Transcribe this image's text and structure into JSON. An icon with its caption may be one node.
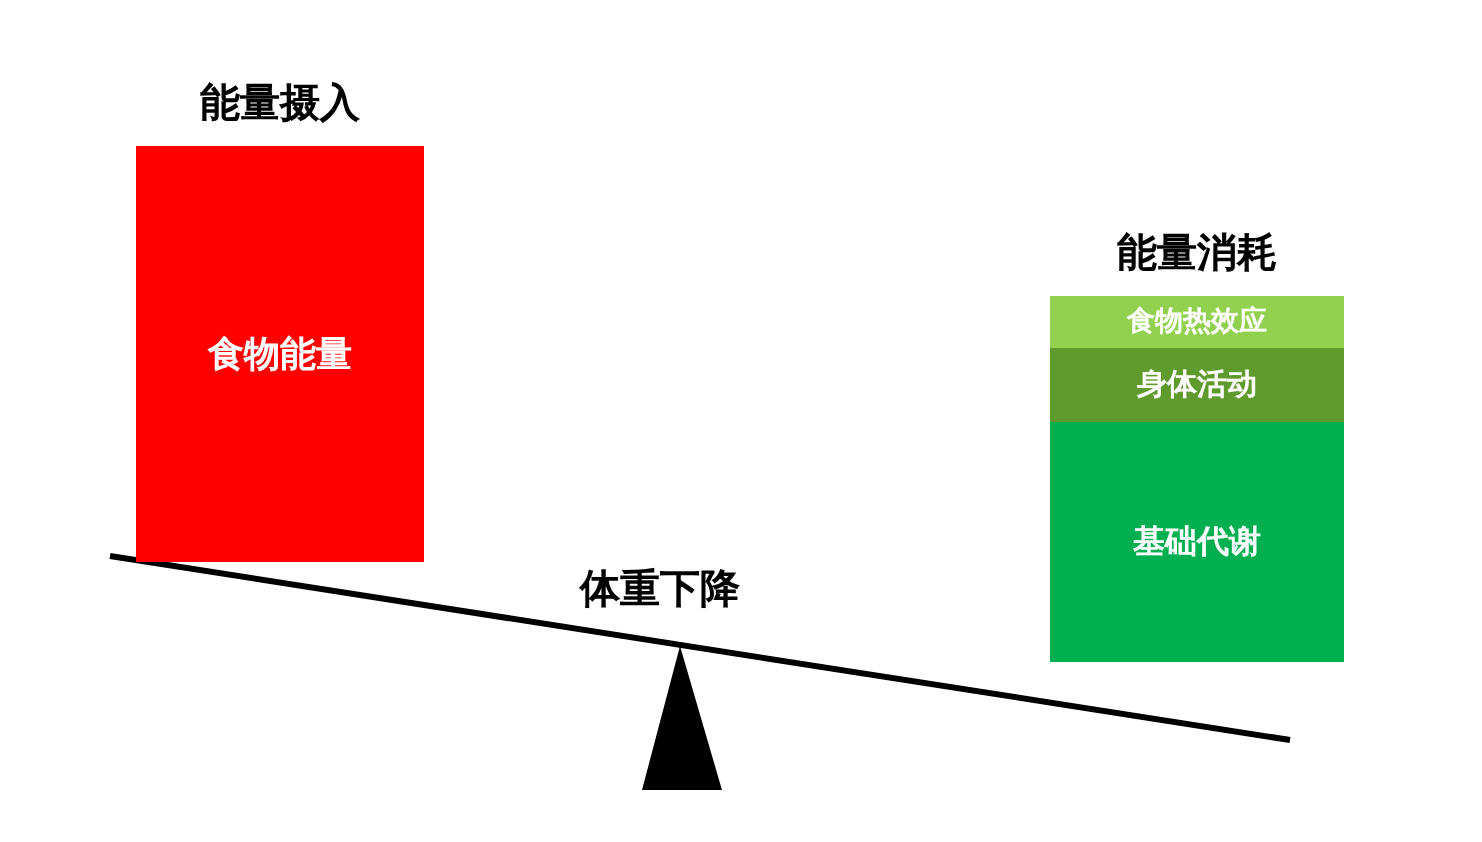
{
  "diagram": {
    "nodes": [
      {
        "text": [
          "能量摄入",
          "食物能量"
        ]
      },
      {
        "text": [
          "能量消耗"
        ]
      },
      {
        "text": [
          "食物热效应"
        ],
        "in": 1
      },
      {
        "text": [
          "身体活动"
        ],
        "in": 1
      },
      {
        "text": [
          "基础代谢"
        ],
        "in": 1
      }
    ],
    "labels": [
      "体重下降"
    ]
  }
}
